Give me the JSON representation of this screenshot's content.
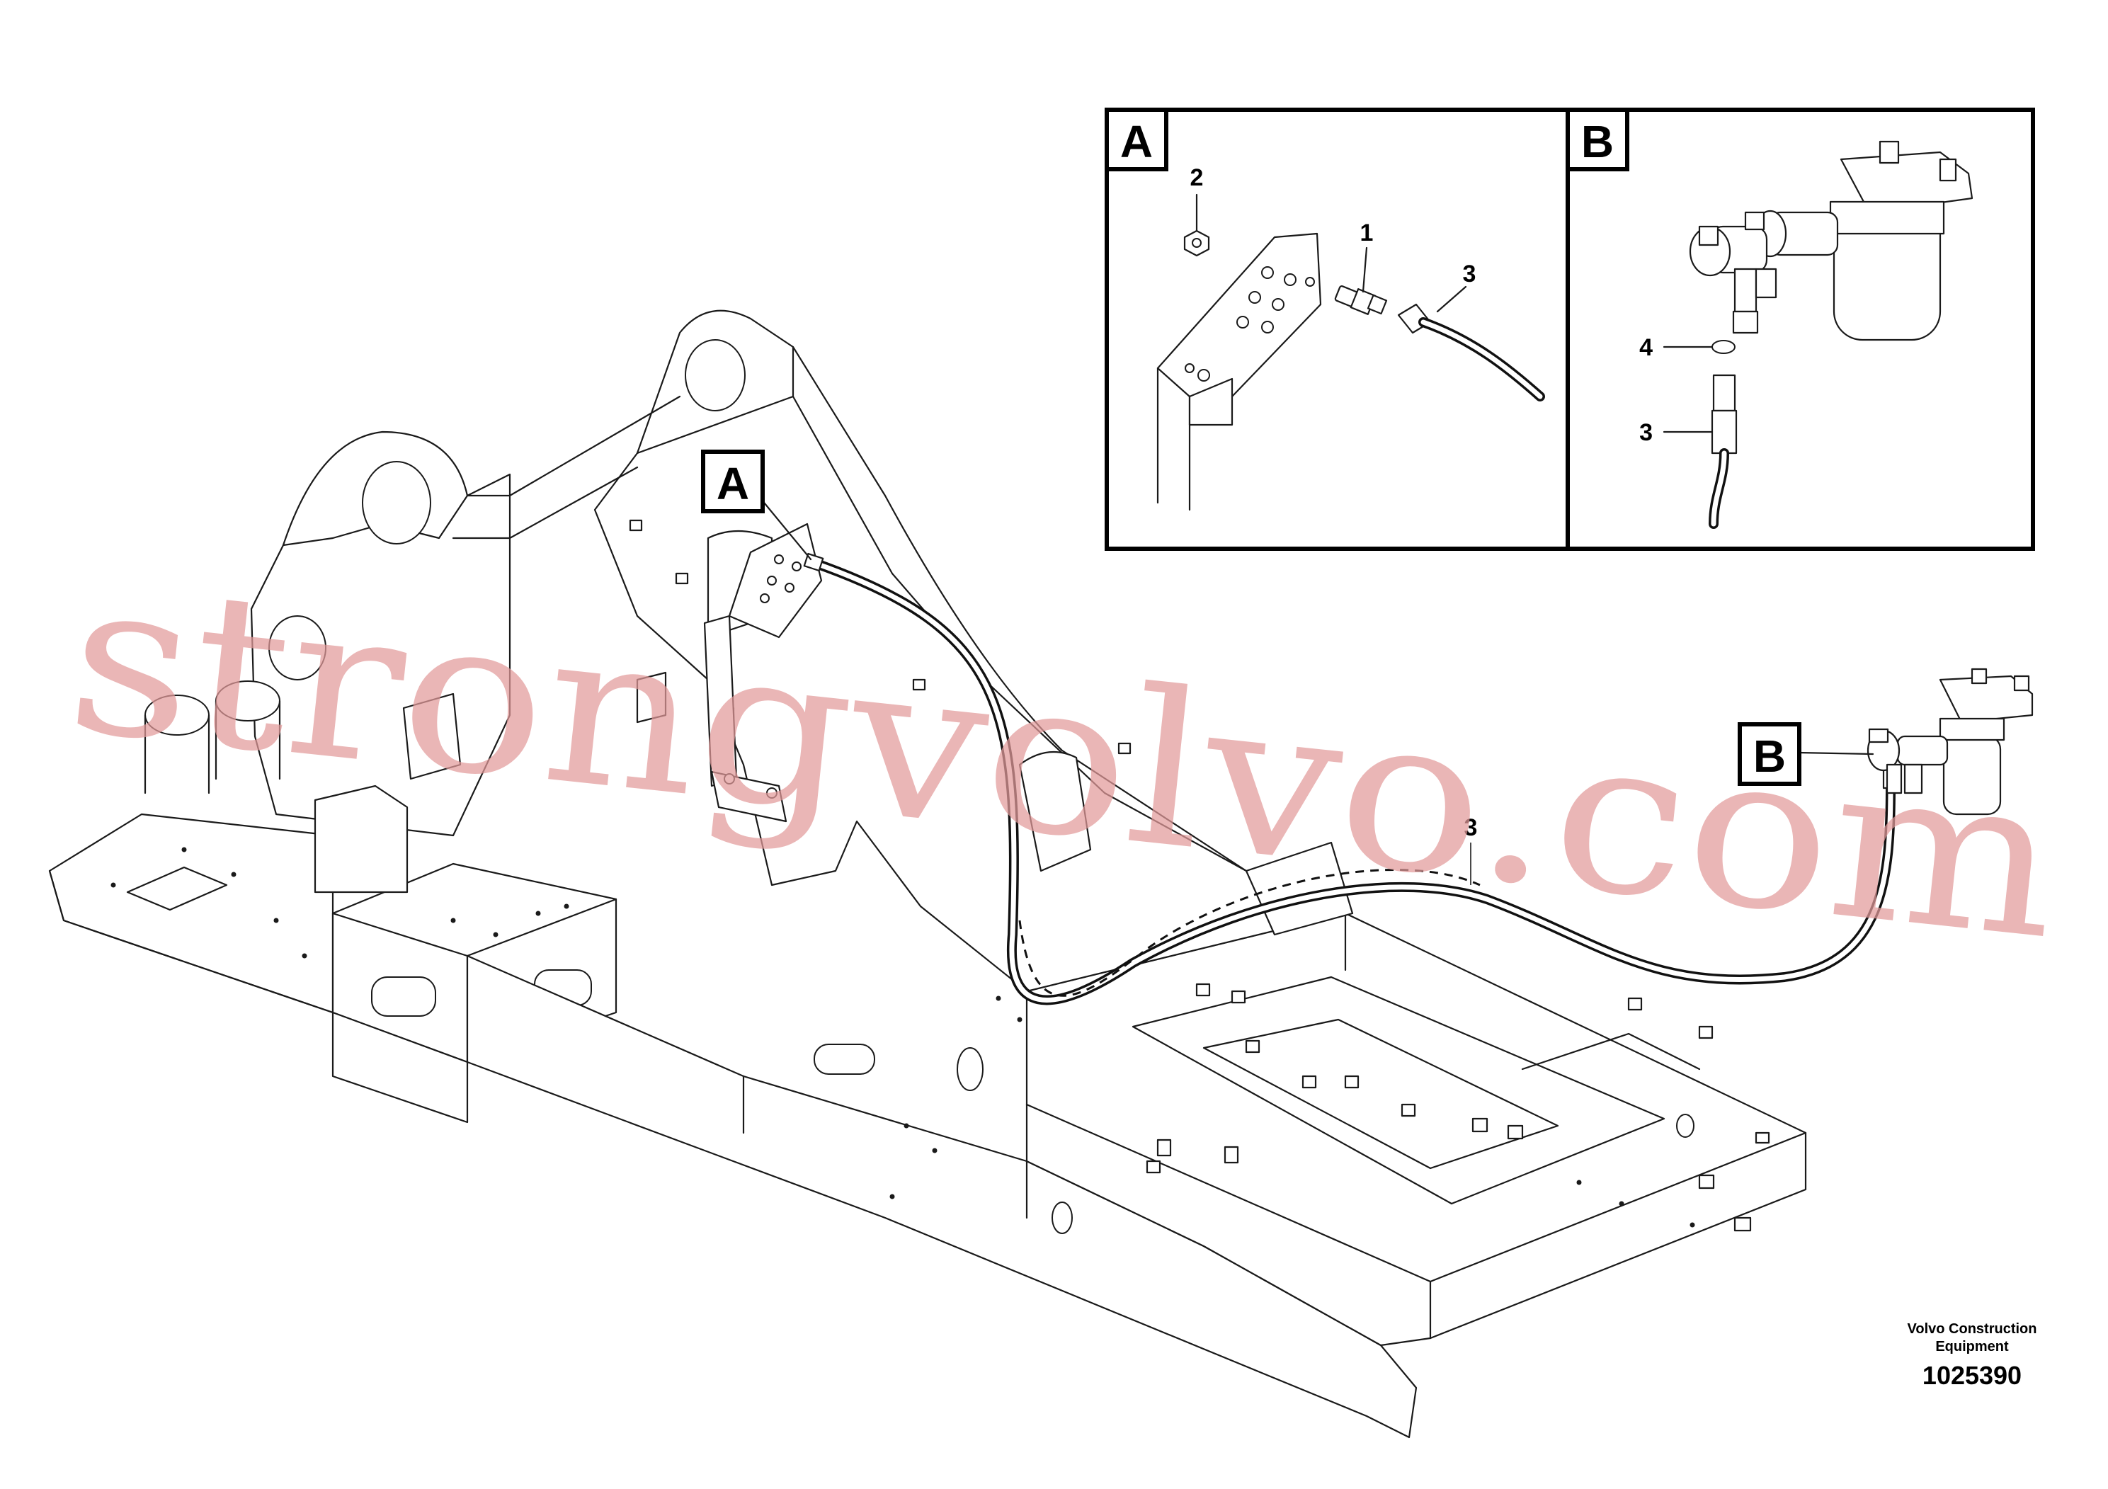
{
  "callouts": {
    "main_A": "A",
    "main_B": "B",
    "inset_A": "A",
    "inset_B": "B"
  },
  "part_labels": {
    "main_hose": "3",
    "inset_a_nut": "2",
    "inset_a_fitting": "1",
    "inset_a_hose": "3",
    "inset_b_oring": "4",
    "inset_b_hose": "3"
  },
  "footer": {
    "maker_line1": "Volvo Construction",
    "maker_line2": "Equipment",
    "drawing_number": "1025390"
  },
  "watermark": "strongvolvo.com",
  "colors": {
    "line": "#1a1a1a",
    "watermark": "#e39a9a",
    "background": "#ffffff"
  }
}
